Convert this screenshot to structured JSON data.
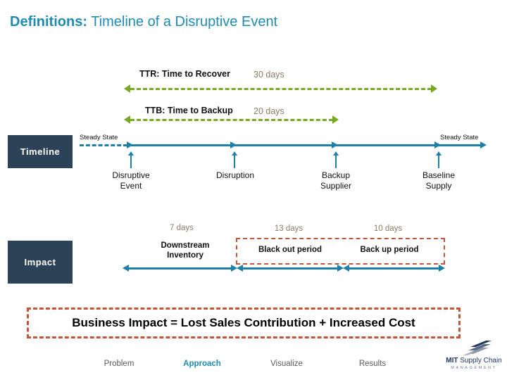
{
  "title": {
    "bold": "Definitions:",
    "rest": " Timeline of a Disruptive Event"
  },
  "colors": {
    "title_teal": "#1f8bb0",
    "navy_box": "#2c4257",
    "timeline_blue": "#1e7fa8",
    "green_arrow": "#79a822",
    "dashed_red": "#c0563a",
    "days_text": "#8d7b63"
  },
  "metrics": [
    {
      "label": "TTR: Time to Recover",
      "days": "30 days"
    },
    {
      "label": "TTB: Time to Backup",
      "days": "20 days"
    }
  ],
  "timeline": {
    "box_label": "Timeline",
    "steady_state_left": "Steady State",
    "steady_state_right": "Steady State",
    "events": [
      {
        "label_line1": "Disruptive",
        "label_line2": "Event"
      },
      {
        "label_line1": "Disruption",
        "label_line2": ""
      },
      {
        "label_line1": "Backup",
        "label_line2": "Supplier"
      },
      {
        "label_line1": "Baseline",
        "label_line2": "Supply"
      }
    ]
  },
  "impact": {
    "box_label": "Impact",
    "segments": [
      {
        "days": "7 days",
        "caption_line1": "Downstream",
        "caption_line2": "Inventory"
      },
      {
        "days": "13 days",
        "period": "Black out period"
      },
      {
        "days": "10 days",
        "period": "Back up period"
      }
    ]
  },
  "banner": {
    "text": "Business Impact = Lost Sales Contribution + Increased Cost"
  },
  "footer": {
    "items": [
      {
        "label": "Problem",
        "active": false
      },
      {
        "label": "Approach",
        "active": true
      },
      {
        "label": "Visualize",
        "active": false
      },
      {
        "label": "Results",
        "active": false
      }
    ]
  },
  "logo": {
    "mit": "MIT",
    "supply_chain": " Supply Chain",
    "management": "MANAGEMENT"
  }
}
